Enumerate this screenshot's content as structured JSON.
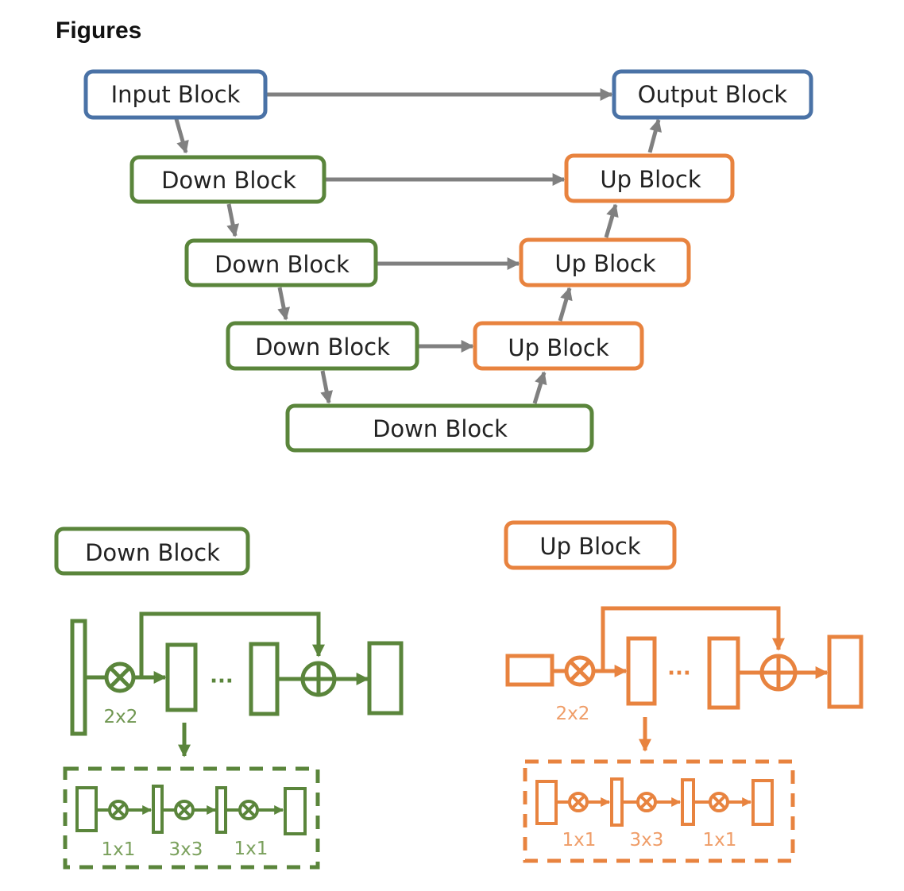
{
  "heading": "Figures",
  "colors": {
    "input_output": "#4a72a6",
    "down": "#5a853b",
    "up": "#e8833f",
    "arrow": "#808080",
    "text": "#222222"
  },
  "architecture": {
    "input_block": "Input Block",
    "output_block": "Output Block",
    "down_blocks": [
      "Down Block",
      "Down Block",
      "Down Block",
      "Down Block"
    ],
    "up_blocks": [
      "Up Block",
      "Up Block",
      "Up Block"
    ]
  },
  "down_detail": {
    "title": "Down Block",
    "pool_label": "2x2",
    "ellipsis": "···",
    "bottleneck_labels": [
      "1x1",
      "3x3",
      "1x1"
    ]
  },
  "up_detail": {
    "title": "Up Block",
    "pool_label": "2x2",
    "ellipsis": "···",
    "bottleneck_labels": [
      "1x1",
      "3x3",
      "1x1"
    ]
  }
}
